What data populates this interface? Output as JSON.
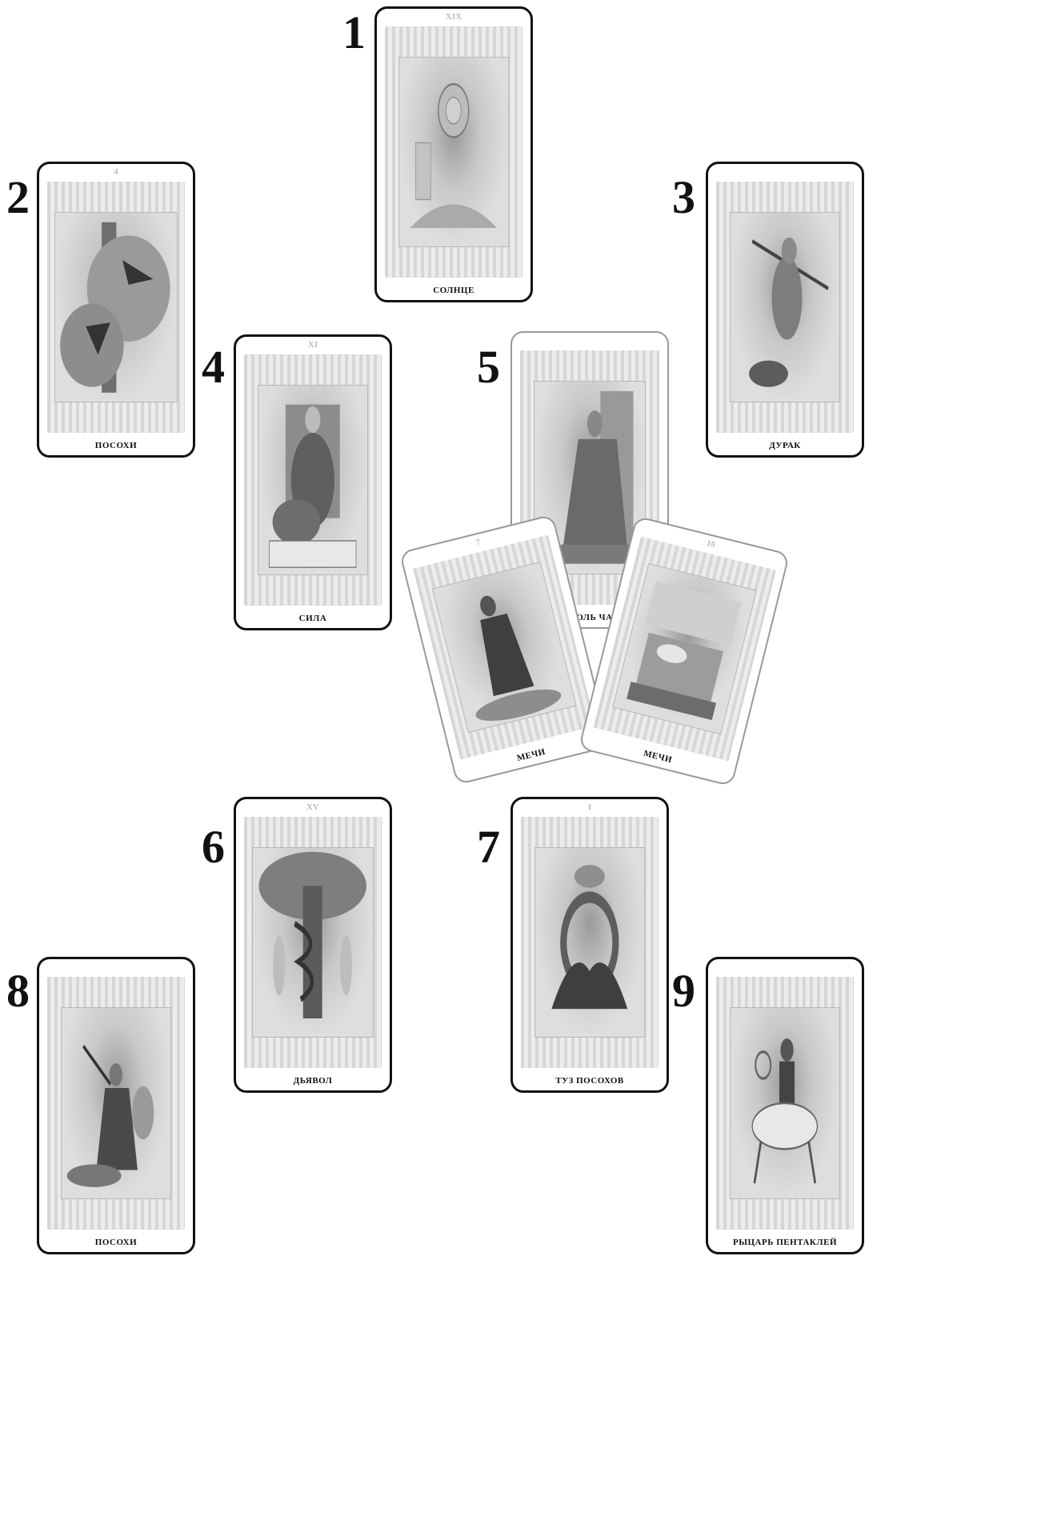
{
  "positions": [
    "1",
    "2",
    "3",
    "4",
    "5",
    "6",
    "7",
    "8",
    "9"
  ],
  "cards": {
    "c1": {
      "numeral": "XIX",
      "title": "СОЛНЦЕ"
    },
    "c2": {
      "numeral": "4",
      "title": "ПОСОХИ"
    },
    "c3": {
      "numeral": "",
      "title": "ДУРАК"
    },
    "c4": {
      "numeral": "XI",
      "title": "СИЛА"
    },
    "c5": {
      "numeral": "",
      "title": "КОРОЛЬ ЧАШ"
    },
    "c5a": {
      "numeral": "7",
      "title": "МЕЧИ"
    },
    "c5b": {
      "numeral": "10",
      "title": "МЕЧИ"
    },
    "c6": {
      "numeral": "XV",
      "title": "ДЬЯВОЛ"
    },
    "c7": {
      "numeral": "I",
      "title": "ТУЗ ПОСОХОВ"
    },
    "c8": {
      "numeral": "",
      "title": "ПОСОХИ"
    },
    "c9": {
      "numeral": "",
      "title": "РЫЦАРЬ ПЕНТАКЛЕЙ"
    }
  }
}
